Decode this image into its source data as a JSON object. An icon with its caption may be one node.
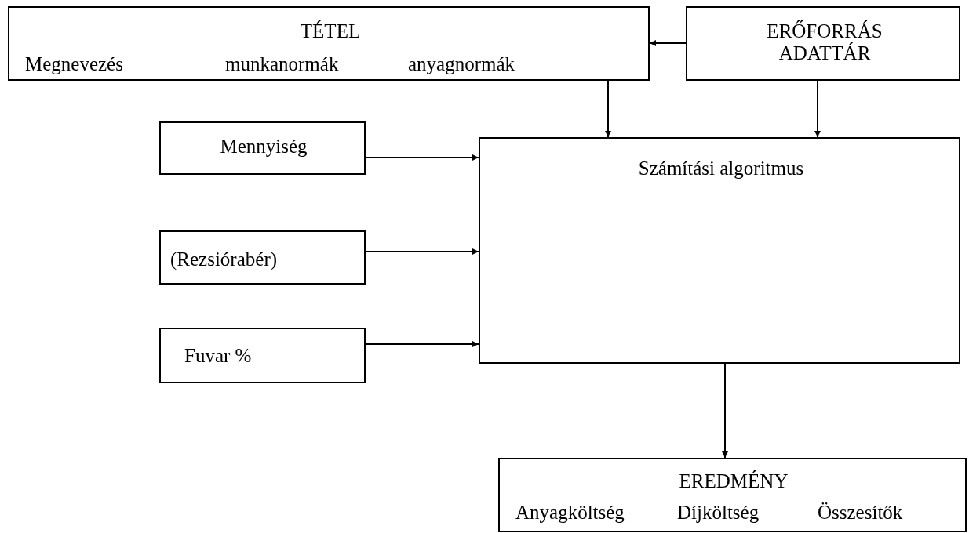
{
  "diagram": {
    "nodes": [
      {
        "text": [
          "TÉTEL",
          "Megnevezés",
          "munkanormák",
          "anyagnormák"
        ]
      },
      {
        "text": [
          "ERŐFORRÁS ADATTÁR"
        ]
      },
      {
        "text": [
          "Mennyiség"
        ]
      },
      {
        "text": [
          "Számítási algoritmus"
        ]
      },
      {
        "text": [
          "(Rezsiórabér)"
        ]
      },
      {
        "text": [
          "Fuvar %"
        ]
      },
      {
        "text": [
          "EREDMÉNY",
          "Anyagköltség",
          "Díjköltség",
          "Összesítők"
        ]
      }
    ],
    "edges": [
      {
        "from": 1,
        "to": 0,
        "arrow": "to"
      },
      {
        "from": 0,
        "to": 3,
        "arrow": "to"
      },
      {
        "from": 1,
        "to": 3,
        "arrow": "to"
      },
      {
        "from": 2,
        "to": 3,
        "arrow": "to"
      },
      {
        "from": 4,
        "to": 3,
        "arrow": "to"
      },
      {
        "from": 5,
        "to": 3,
        "arrow": "to"
      },
      {
        "from": 3,
        "to": 6,
        "arrow": "to"
      }
    ]
  }
}
